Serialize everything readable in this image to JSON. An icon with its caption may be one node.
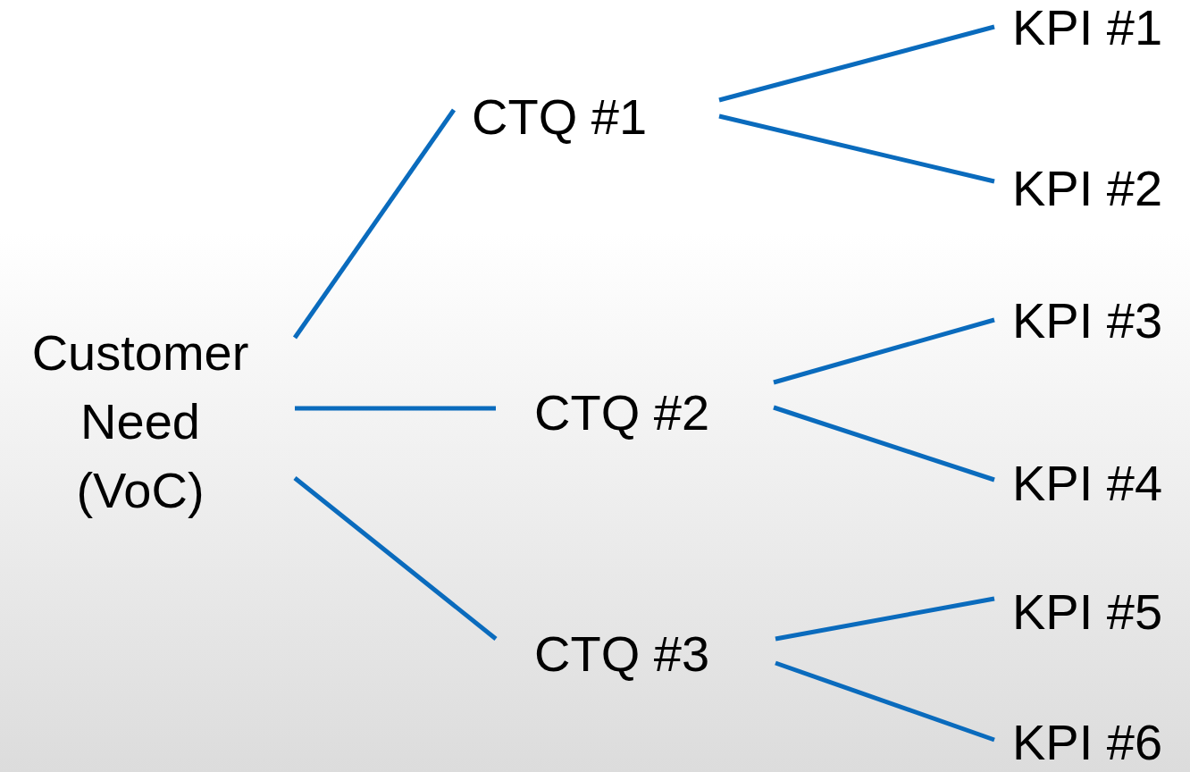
{
  "diagram": {
    "nodes": [
      {
        "text": [
          "Customer Need (VoC)"
        ]
      },
      {
        "text": [
          "CTQ #1"
        ]
      },
      {
        "text": [
          "CTQ #2"
        ]
      },
      {
        "text": [
          "CTQ #3"
        ]
      },
      {
        "text": [
          "KPI #1"
        ]
      },
      {
        "text": [
          "KPI #2"
        ]
      },
      {
        "text": [
          "KPI #3"
        ]
      },
      {
        "text": [
          "KPI #4"
        ]
      },
      {
        "text": [
          "KPI #5"
        ]
      },
      {
        "text": [
          "KPI #6"
        ]
      }
    ],
    "edges": [
      {
        "from": 0,
        "to": 1,
        "arrow": "none"
      },
      {
        "from": 0,
        "to": 2,
        "arrow": "none"
      },
      {
        "from": 0,
        "to": 3,
        "arrow": "none"
      },
      {
        "from": 1,
        "to": 4,
        "arrow": "none"
      },
      {
        "from": 1,
        "to": 5,
        "arrow": "none"
      },
      {
        "from": 2,
        "to": 6,
        "arrow": "none"
      },
      {
        "from": 2,
        "to": 7,
        "arrow": "none"
      },
      {
        "from": 3,
        "to": 8,
        "arrow": "none"
      },
      {
        "from": 3,
        "to": 9,
        "arrow": "none"
      }
    ]
  }
}
